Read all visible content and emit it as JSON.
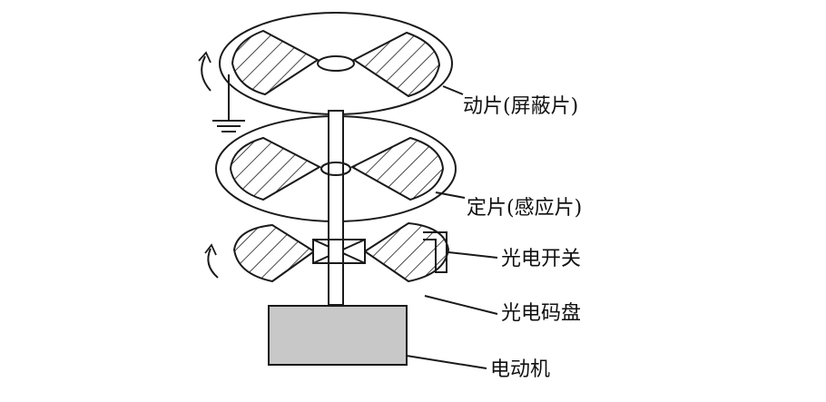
{
  "labels": {
    "moving_plate": "动片(屏蔽片)",
    "fixed_plate": "定片(感应片)",
    "photo_switch": "光电开关",
    "photo_disc": "光电码盘",
    "motor": "电动机"
  },
  "colors": {
    "stroke": "#1a1a1a",
    "motor_fill": "#c8c8c8",
    "background": "#ffffff"
  }
}
